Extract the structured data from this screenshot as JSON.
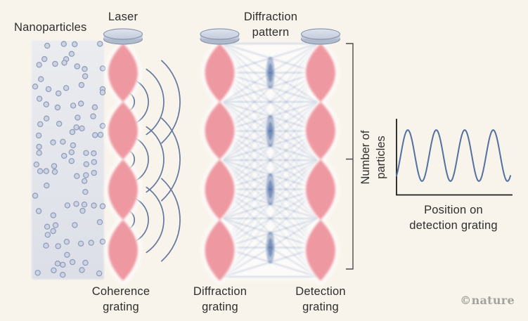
{
  "figure": {
    "background": "#f8f4ec",
    "labels": {
      "nanoparticles": "Nanoparticles",
      "laser": "Laser",
      "diffraction_pattern_lines": [
        "Diffraction",
        "pattern"
      ]
    },
    "gratings": [
      {
        "name": "coherence-grating",
        "label_lines": [
          "Coherence",
          "grating"
        ]
      },
      {
        "name": "diffraction-grating",
        "label_lines": [
          "Diffraction",
          "grating"
        ]
      },
      {
        "name": "detection-grating",
        "label_lines": [
          "Detection",
          "grating"
        ]
      }
    ],
    "icons": [
      "laser-lens-icon-coherence",
      "laser-lens-icon-diffraction",
      "laser-lens-icon-detection",
      "wave-arcs-icon",
      "talbot-carpet-pattern",
      "extent-bracket"
    ],
    "colors": {
      "grating_pink": "#ee99a1",
      "wave_arc_blue": "#64779f",
      "carpet_blue": "#44639f",
      "particle_fill": "#ccd4e3",
      "particle_stroke": "#8e9ab8",
      "band_fill_top": "#eaecf0",
      "band_fill_bottom": "#dcdfe7",
      "lens_fill_light": "#dfe4ee",
      "lens_fill_dark": "#c2cadb",
      "lens_rim": "#b0bacd",
      "lens_stroke": "#7e89a4",
      "bracket": "#4c4c4c",
      "axis": "#1d1d1b",
      "text": "#2f2e2c",
      "watermark_gray": "#a3a39c"
    },
    "watermark": "©nature"
  },
  "chart_data": {
    "type": "line",
    "title": "",
    "xlabel": "Position on detection grating",
    "ylabel": "Number of particles",
    "xlabel_lines": [
      "Position on",
      "detection grating"
    ],
    "ylabel_lines": [
      "Number of",
      "particles"
    ],
    "x_ticks": [],
    "y_ticks": [],
    "grid": false,
    "legend": false,
    "line_color": "#52719f",
    "series": [
      {
        "name": "particle-count-fringes",
        "waveform": "sinusoidal",
        "peaks": 4,
        "amplitude_rel": 1.0,
        "description": "Qualitative interference fringes: the number of detected particles oscillates sinusoidally with position on the detection grating; four equal peaks shown, axes have no numeric ticks."
      }
    ]
  }
}
